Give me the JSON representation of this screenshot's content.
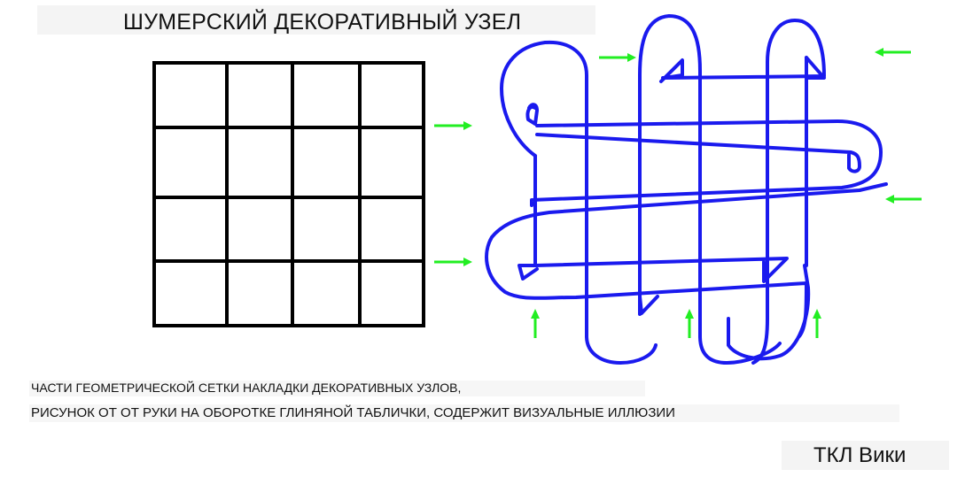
{
  "title": "ШУМЕРСКИЙ ДЕКОРАТИВНЫЙ УЗЕЛ",
  "caption": {
    "line1": "ЧАСТИ ГЕОМЕТРИЧЕСКОЙ СЕТКИ НАКЛАДКИ ДЕКОРАТИВНЫХ УЗЛОВ,",
    "line2": "РИСУНОК ОТ ОТ РУКИ НА ОБОРОТКЕ ГЛИНЯНОЙ ТАБЛИЧКИ, СОДЕРЖИТ ВИЗУАЛЬНЫЕ ИЛЛЮЗИИ"
  },
  "credit": "ТКЛ Вики",
  "grid": {
    "rows": 4,
    "columns": 4
  },
  "colors": {
    "grid_line": "#000000",
    "knot_line": "#1a1aee",
    "arrow": "#22ee22"
  }
}
